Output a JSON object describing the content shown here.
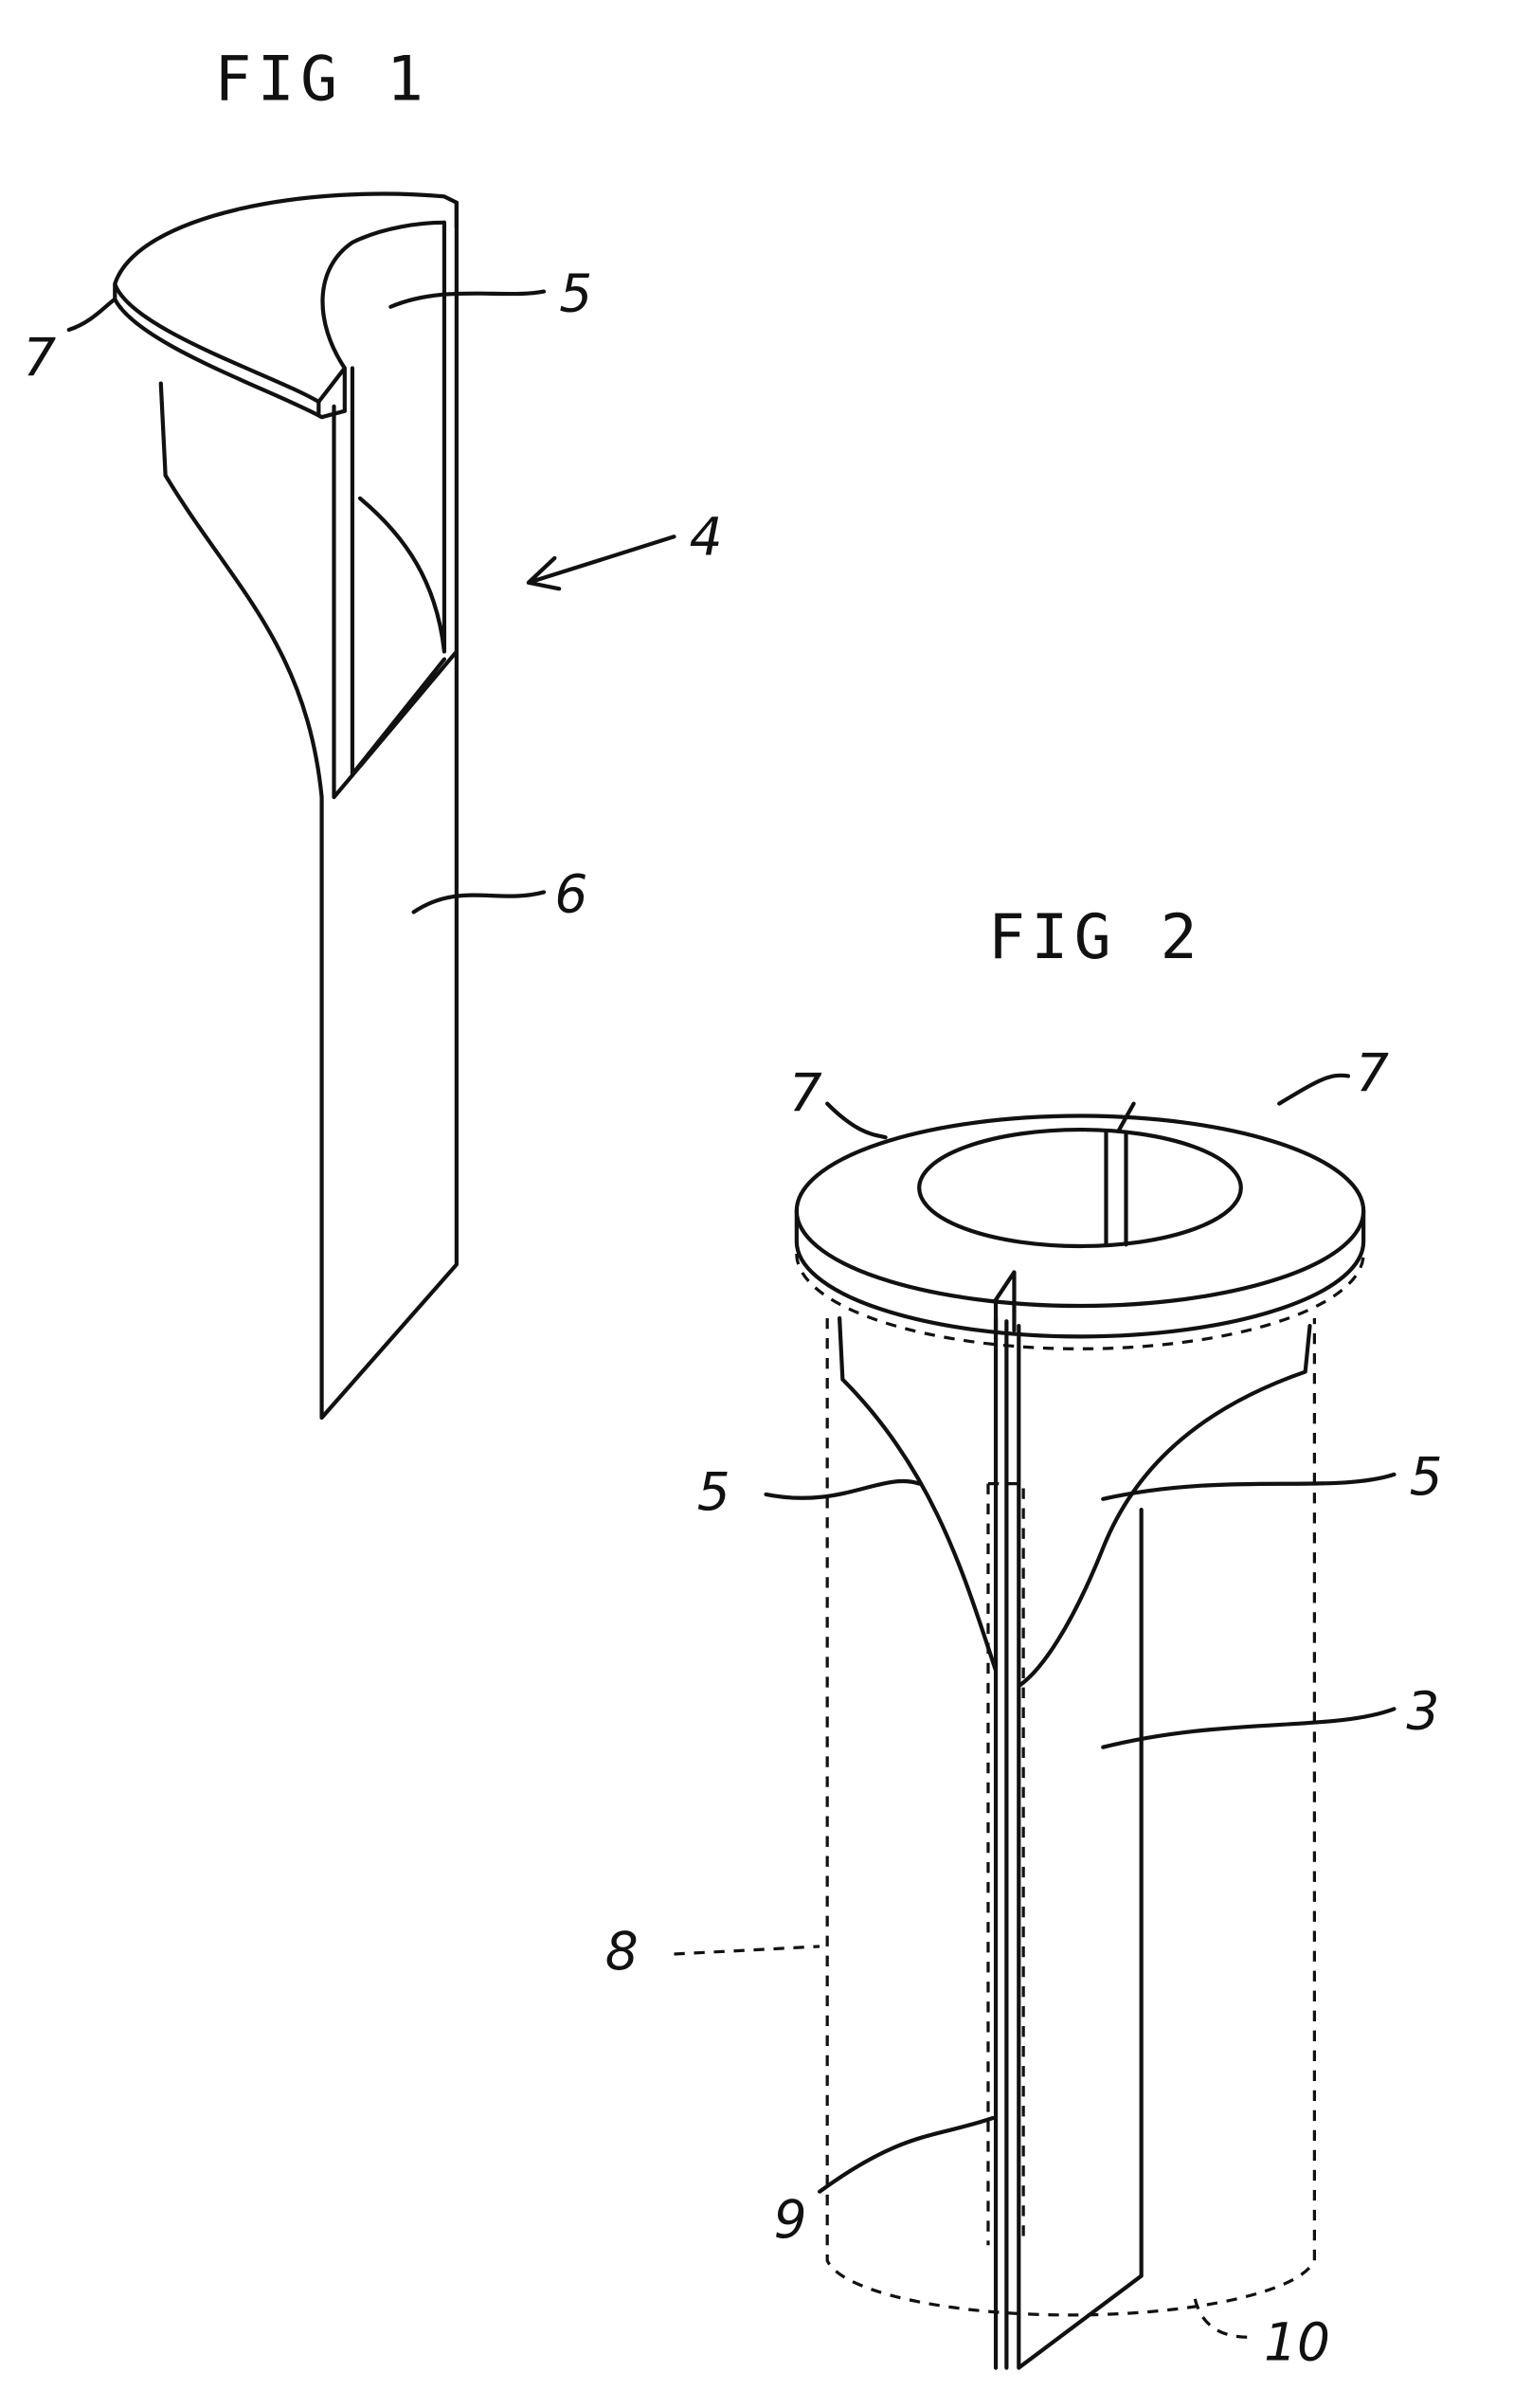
{
  "figures": [
    {
      "title": "FIG 1",
      "labels": {
        "flange": "7",
        "channel": "5",
        "assembly": "4",
        "stem": "6"
      }
    },
    {
      "title": "FIG 2",
      "labels": {
        "flange_left": "7",
        "flange_right": "7",
        "channel_left": "5",
        "channel_right": "5",
        "body": "3",
        "tube": "8",
        "slot": "9",
        "bottom": "10"
      }
    }
  ]
}
